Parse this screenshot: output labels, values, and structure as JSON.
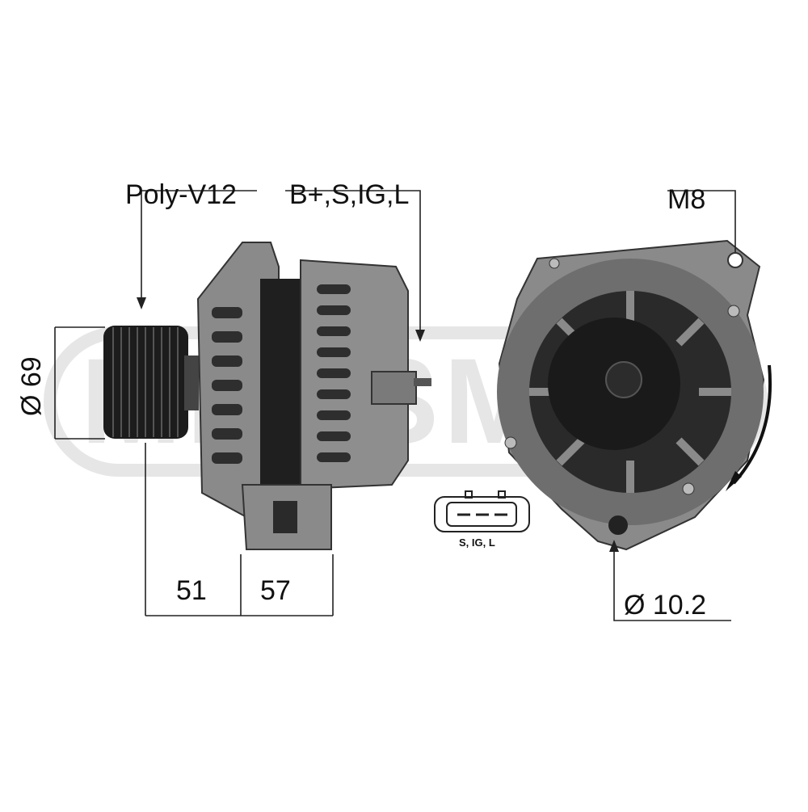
{
  "labels": {
    "belt": "Poly-V12",
    "terminals": "B+,S,IG,L",
    "thread": "M8",
    "pulley_diameter": "Ø 69",
    "dim_a": "51",
    "dim_b": "57",
    "hole_diameter": "Ø 10.2",
    "connector_pins": "S,  IG,  L"
  },
  "watermark": {
    "text": "MESSMER"
  },
  "colors": {
    "line": "#222222",
    "housing": "#8a8a8a",
    "housing_dark": "#3c3c3c",
    "pulley": "#1c1c1c",
    "watermark": "#e6e6e6"
  }
}
